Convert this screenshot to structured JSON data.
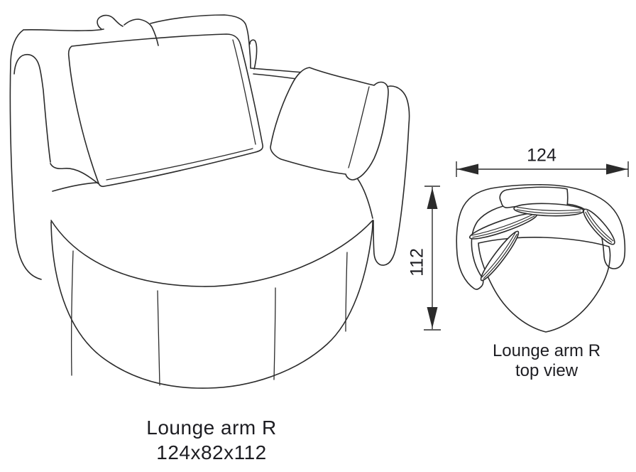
{
  "front_view": {
    "caption_line1": "Lounge arm R",
    "caption_line2": "124x82x112"
  },
  "top_view": {
    "caption_line1": "Lounge arm R",
    "caption_line2": "top view"
  },
  "dimensions": {
    "width": "124",
    "depth": "112"
  },
  "colors": {
    "line": "#2b2b2b",
    "text": "#1d1d22",
    "background": "#ffffff"
  }
}
